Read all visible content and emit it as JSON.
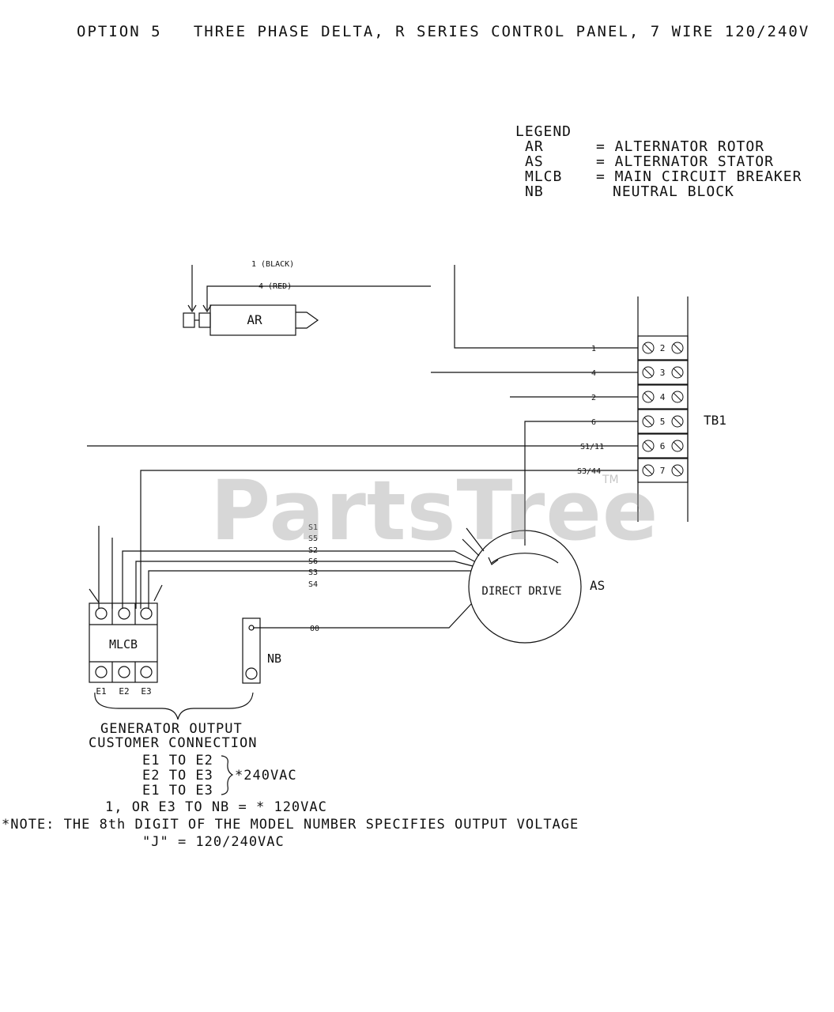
{
  "title": "OPTION 5   THREE PHASE DELTA, R SERIES CONTROL PANEL, 7 WIRE 120/240V",
  "legend": {
    "heading": "LEGEND",
    "items": [
      {
        "code": "AR",
        "desc": "= ALTERNATOR ROTOR"
      },
      {
        "code": "AS",
        "desc": "= ALTERNATOR STATOR"
      },
      {
        "code": "MLCB",
        "desc": "= MAIN CIRCUIT BREAKER"
      },
      {
        "code": "NB",
        "desc": "NEUTRAL BLOCK"
      }
    ]
  },
  "rotor": {
    "label": "AR",
    "wire_black": "1 (BLACK)",
    "wire_red": "4 (RED)"
  },
  "terminal_block": {
    "label": "TB1",
    "terminals": [
      {
        "num": "2",
        "wire": "1"
      },
      {
        "num": "3",
        "wire": "4"
      },
      {
        "num": "4",
        "wire": "2"
      },
      {
        "num": "5",
        "wire": "6"
      },
      {
        "num": "6",
        "wire": "S1/11"
      },
      {
        "num": "7",
        "wire": "S3/44"
      }
    ]
  },
  "stator": {
    "label": "AS",
    "drive": "DIRECT DRIVE",
    "leads": [
      "S1",
      "S5",
      "S2",
      "S6",
      "S3",
      "S4"
    ],
    "neutral_wire": "00"
  },
  "breaker": {
    "label": "MLCB",
    "outputs": [
      "E1",
      "E2",
      "E3"
    ]
  },
  "neutral_block": {
    "label": "NB"
  },
  "output": {
    "line1": "GENERATOR OUTPUT",
    "line2": "CUSTOMER CONNECTION",
    "pairs": [
      "E1 TO E2",
      "E2 TO E3",
      "E1 TO E3"
    ],
    "pairs_voltage": "*240VAC",
    "neutral_line": "1, OR E3 TO NB = * 120VAC"
  },
  "note": {
    "line1": "*NOTE: THE 8th DIGIT OF THE MODEL NUMBER SPECIFIES OUTPUT VOLTAGE",
    "line2": "\"J\" = 120/240VAC"
  },
  "watermark": {
    "text": "PartsTree",
    "tm": "TM"
  }
}
